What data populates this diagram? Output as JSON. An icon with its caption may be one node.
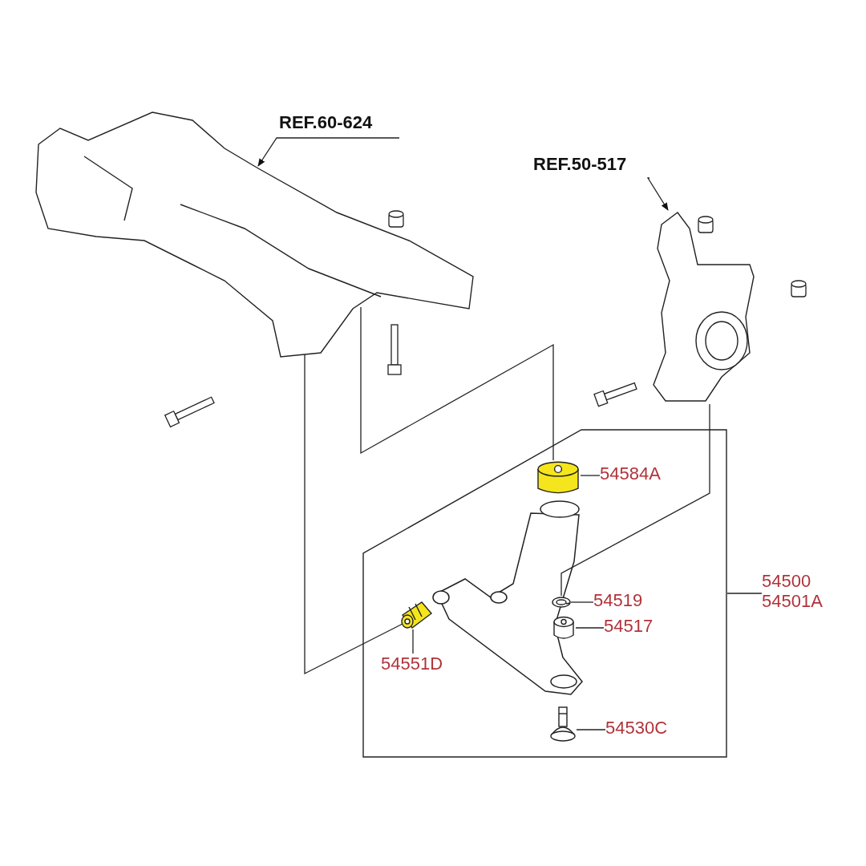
{
  "diagram": {
    "nodes": [
      {
        "text": [
          "REF.60-624"
        ]
      },
      {
        "text": [],
        "shape": "picture"
      },
      {
        "text": [
          "REF.50-517"
        ]
      },
      {
        "text": [],
        "shape": "picture"
      },
      {
        "text": [
          "54500",
          "54501A"
        ]
      },
      {
        "text": [],
        "shape": "box"
      },
      {
        "text": [
          "54584A"
        ],
        "in": 5
      },
      {
        "text": [],
        "shape": "cylinder",
        "in": 5
      },
      {
        "text": [
          "54519"
        ],
        "in": 5
      },
      {
        "text": [],
        "shape": "picture",
        "in": 5
      },
      {
        "text": [
          "54517"
        ],
        "in": 5
      },
      {
        "text": [],
        "shape": "cylinder",
        "in": 5
      },
      {
        "text": [
          "54551D"
        ],
        "in": 5
      },
      {
        "text": [],
        "shape": "picture",
        "in": 5
      },
      {
        "text": [
          "54530C"
        ],
        "in": 5
      },
      {
        "text": [],
        "shape": "picture",
        "in": 5
      }
    ],
    "edges": [
      {
        "from": 0,
        "to": 1,
        "arrow": "to"
      },
      {
        "from": 2,
        "to": 3,
        "arrow": "to"
      },
      {
        "from": 4,
        "to": 5,
        "arrow": "none"
      },
      {
        "from": 6,
        "to": 7,
        "arrow": "none"
      },
      {
        "from": 8,
        "to": 9,
        "arrow": "none"
      },
      {
        "from": 10,
        "to": 11,
        "arrow": "none"
      },
      {
        "from": 12,
        "to": 13,
        "arrow": "none"
      },
      {
        "from": 14,
        "to": 15,
        "arrow": "none"
      },
      {
        "from": 1,
        "to": 13,
        "arrow": "none"
      },
      {
        "from": 1,
        "to": 7,
        "arrow": "none"
      },
      {
        "from": 3,
        "to": 9,
        "arrow": "none"
      }
    ]
  }
}
